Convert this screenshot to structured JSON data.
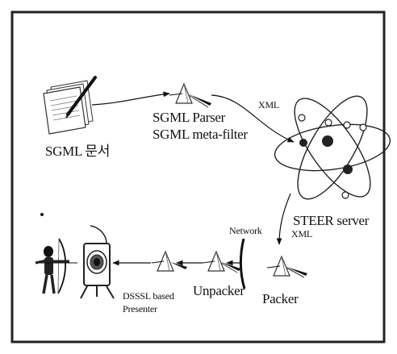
{
  "labels": {
    "sgml_doc": "SGML 문서",
    "parser": "SGML Parser",
    "meta_filter": "SGML meta-filter",
    "xml_top": "XML",
    "steer_server": "STEER server",
    "xml_mid": "XML",
    "network": "Network",
    "packer": "Packer",
    "unpacker": "Unpacker",
    "presenter_line1": "DSSSL based",
    "presenter_line2": "Presenter"
  },
  "colors": {
    "ink": "#111111",
    "frame": "#222222",
    "muted": "#555555"
  }
}
